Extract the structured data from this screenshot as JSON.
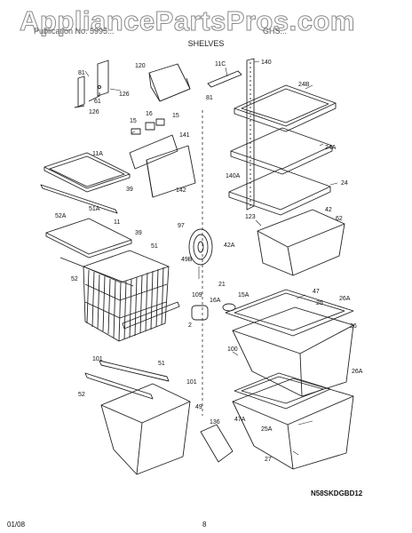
{
  "header": {
    "watermark": "AppliancePartsPros.com",
    "left_text": "Publication No. 5995...",
    "right_text": "GHS...",
    "section_title": "SHELVES"
  },
  "callouts": [
    "81",
    "120",
    "11C",
    "140",
    "126",
    "61",
    "126",
    "24B",
    "15",
    "16",
    "15",
    "141",
    "81",
    "11A",
    "39",
    "24A",
    "142",
    "140A",
    "51A",
    "24",
    "52A",
    "11",
    "97",
    "123",
    "42",
    "39",
    "62",
    "51",
    "49B",
    "42A",
    "52",
    "21",
    "109",
    "16A",
    "15A",
    "47",
    "25",
    "26A",
    "2",
    "100",
    "26",
    "51",
    "101",
    "101",
    "26A",
    "52",
    "49",
    "136",
    "47A",
    "25A",
    "27"
  ],
  "footer": {
    "doc_ref": "N58SKDGBD12",
    "date": "01/08",
    "page": "8"
  }
}
